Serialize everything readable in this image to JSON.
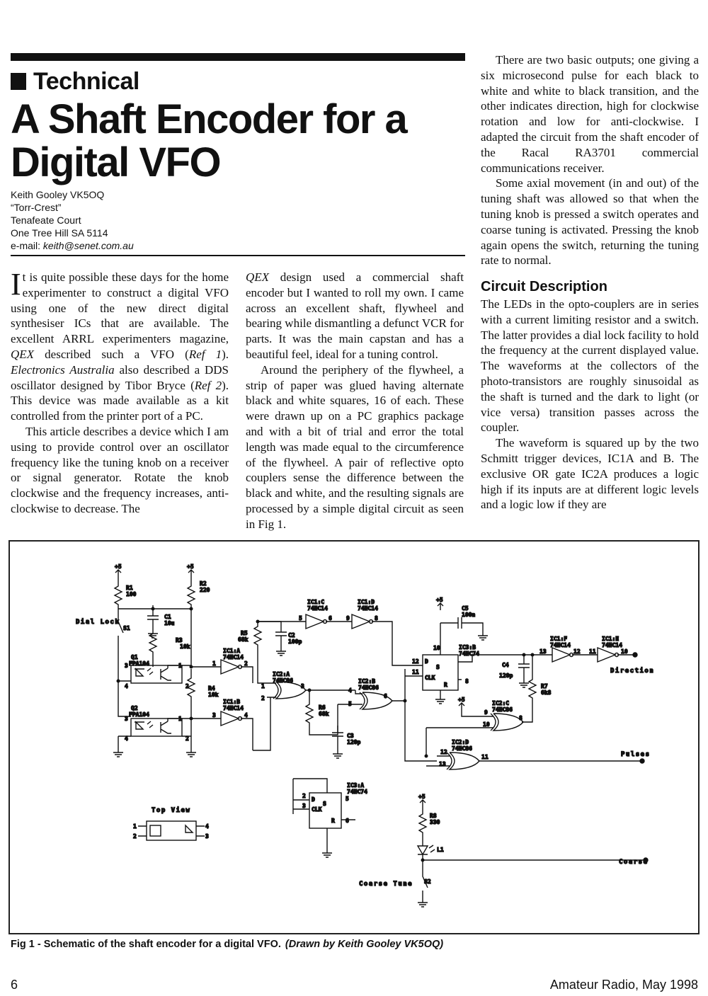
{
  "section": "Technical",
  "title": "A Shaft Encoder for a Digital VFO",
  "author": {
    "name": "Keith Gooley VK5OQ",
    "house": "“Torr-Crest”",
    "street": "Tenafeate Court",
    "town": "One Tree Hill SA 5114",
    "email_label": "e-mail:",
    "email": "keith@senet.com.au"
  },
  "col1": {
    "dropcap": "I",
    "p1_a": "t is quite possible these days for the home experimenter to construct a digital VFO using one of the new direct digital synthesiser ICs that are available. The excellent ARRL experimenters magazine, ",
    "p1_qex": "QEX",
    "p1_b": " described such a VFO (",
    "p1_ref1": "Ref 1",
    "p1_c": "). ",
    "p1_ea": "Electronics Australia",
    "p1_d": " also described a DDS oscillator designed by Tibor Bryce (",
    "p1_ref2": "Ref 2",
    "p1_e": "). This device was made available as a kit controlled from the printer port of a PC.",
    "p2": "This article describes a device which I am using to provide control over an oscillator frequency like the tuning knob on a receiver or signal generator. Rotate the knob clockwise and the frequency increases, anti-clockwise to decrease. The"
  },
  "col2": {
    "p1_qex": "QEX",
    "p1": " design used a commercial shaft encoder but I wanted to roll my own. I came across an excellent shaft, flywheel and bearing while dismantling a defunct VCR for parts. It was the main capstan and has a beautiful feel, ideal for a tuning control.",
    "p2": "Around the periphery of the flywheel, a strip of paper was glued having alternate black and white squares, 16 of each. These were drawn up on a PC graphics package and with a bit of trial and error the total length was made equal to the circumference of the flywheel. A pair of reflective opto couplers sense the difference between the black and white, and the resulting signals are processed by a simple digital circuit as seen in Fig 1."
  },
  "col3": {
    "p1": "There are two basic outputs; one giving a six microsecond pulse for each black to white and white to black transition, and the other indicates direction, high for clockwise rotation and low for anti-clockwise. I adapted the circuit from the shaft encoder of the Racal RA3701 commercial communications receiver.",
    "p2": "Some axial movement (in and out) of the tuning shaft was allowed so that when the tuning knob is pressed a switch operates and coarse tuning is activated. Pressing the knob again opens the switch, returning the tuning rate to normal.",
    "subhead": "Circuit Description",
    "p3": "The LEDs in the opto-couplers are in series with a current limiting resistor and a switch. The latter provides a dial lock facility to hold the frequency at the current displayed value. The waveforms at the collectors of the photo-transistors are roughly sinusoidal as the shaft is turned and the dark to light (or vice versa) transition passes across the coupler.",
    "p4": "The waveform is squared up by the two Schmitt trigger devices, IC1A and B. The exclusive OR gate IC2A produces a logic high if its inputs are at different logic levels and a logic low if they are"
  },
  "schematic": {
    "v1": "+5",
    "v2": "+5",
    "v3": "+5",
    "v4": "+5",
    "v5": "+5",
    "r1": "R1",
    "r1v": "100",
    "r2": "R2",
    "r2v": "220",
    "r3": "R3",
    "r3v": "10k",
    "r4": "R4",
    "r4v": "10k",
    "r5": "R5",
    "r5v": "68k",
    "r6": "R6",
    "r6v": "68k",
    "r7": "R7",
    "r7v": "6k8",
    "r8": "R8",
    "r8v": "330",
    "c1": "C1",
    "c1v": "10u",
    "c2": "C2",
    "c2v": "100p",
    "c3": "C3",
    "c3v": "120p",
    "c4": "C4",
    "c4v": "120p",
    "c5": "C5",
    "c5v": "100n",
    "dial_lock": "Dial Lock",
    "s1": "S1",
    "q1": "Q1",
    "q1v": "FPA104",
    "q2": "Q2",
    "q2v": "FPA104",
    "ic1a": "IC1:A",
    "ic1b": "IC1:B",
    "ic1c": "IC1:C",
    "ic1d": "IC1:D",
    "ic1f": "IC1:F",
    "ic1e": "IC1:E",
    "hc14": "74HC14",
    "ic2a": "IC2:A",
    "ic2b": "IC2:B",
    "ic2c": "IC2:C",
    "ic2d": "IC2:D",
    "hc86": "74HC86",
    "ic3b": "IC3:B",
    "ic3a": "IC3:A",
    "hc74": "74HC74",
    "direction": "Direction",
    "pulses": "Pulses",
    "coarse": "Coarse",
    "coarse_tune": "Coarse Tune",
    "s2": "S2",
    "l1": "L1",
    "top_view": "Top View"
  },
  "caption": "Fig 1 - Schematic of the shaft encoder for a digital VFO.",
  "caption_credit": "(Drawn by Keith Gooley VK5OQ)",
  "footer": {
    "page": "6",
    "mag": "Amateur Radio, May 1998"
  }
}
